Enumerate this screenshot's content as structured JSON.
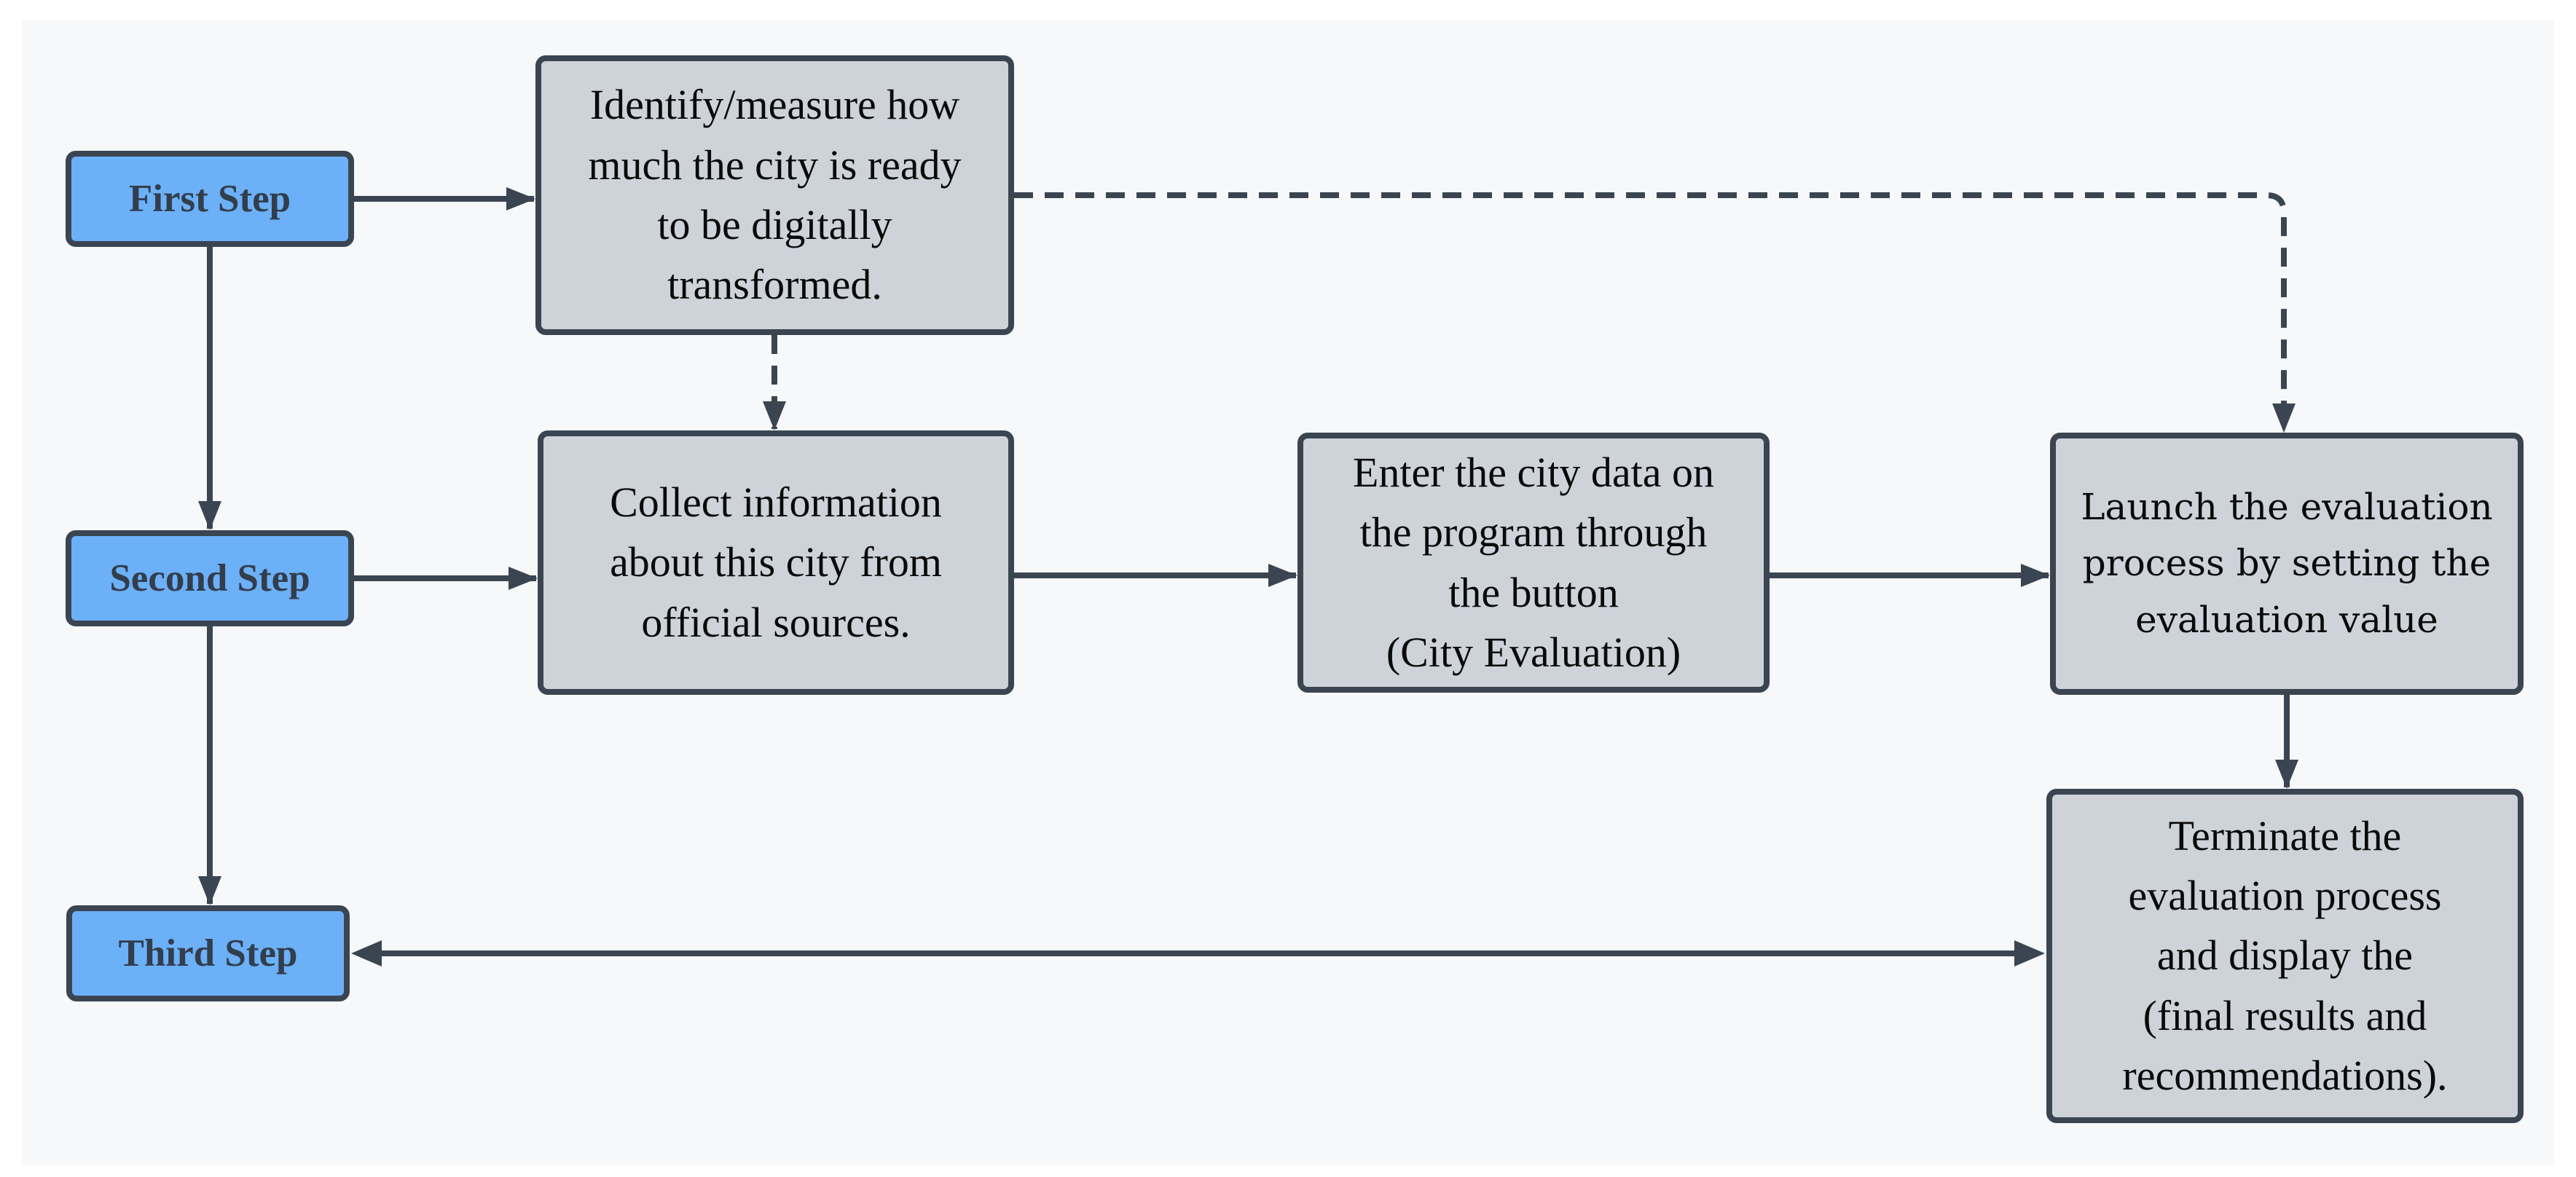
{
  "diagram_title": "City digital transformation evaluation flowchart",
  "colors": {
    "blue": "#6cb0f8",
    "blue_text": "#323e4c",
    "gray": "#ced3da",
    "stroke": "#3b4552",
    "text": "#0a0a0a",
    "bg": "#f6f8f9"
  },
  "nodes": {
    "first_step": {
      "label": "First Step"
    },
    "identify": {
      "label": "Identify/measure how\nmuch the city is ready\nto be digitally\ntransformed."
    },
    "second_step": {
      "label": "Second Step"
    },
    "collect": {
      "label": "Collect information\nabout this city from\nofficial sources."
    },
    "enter": {
      "label": "Enter the city data on\nthe program through\nthe button\n(City Evaluation)"
    },
    "launch": {
      "label": "Launch the evaluation\nprocess by setting the\nevaluation value"
    },
    "terminate": {
      "label": "Terminate the\nevaluation process\nand display the\n(final results and\nrecommendations)."
    },
    "third_step": {
      "label": "Third Step"
    }
  },
  "edges": [
    {
      "from": "first_step",
      "to": "identify",
      "style": "solid",
      "direction": "forward"
    },
    {
      "from": "first_step",
      "to": "second_step",
      "style": "solid",
      "direction": "forward"
    },
    {
      "from": "identify",
      "to": "collect",
      "style": "dashed",
      "direction": "forward"
    },
    {
      "from": "identify",
      "to": "launch",
      "style": "dashed",
      "direction": "forward"
    },
    {
      "from": "second_step",
      "to": "collect",
      "style": "solid",
      "direction": "forward"
    },
    {
      "from": "second_step",
      "to": "third_step",
      "style": "solid",
      "direction": "forward"
    },
    {
      "from": "collect",
      "to": "enter",
      "style": "solid",
      "direction": "forward"
    },
    {
      "from": "enter",
      "to": "launch",
      "style": "solid",
      "direction": "forward"
    },
    {
      "from": "launch",
      "to": "terminate",
      "style": "solid",
      "direction": "forward"
    },
    {
      "from": "terminate",
      "to": "third_step",
      "style": "solid",
      "direction": "bidirectional"
    }
  ]
}
